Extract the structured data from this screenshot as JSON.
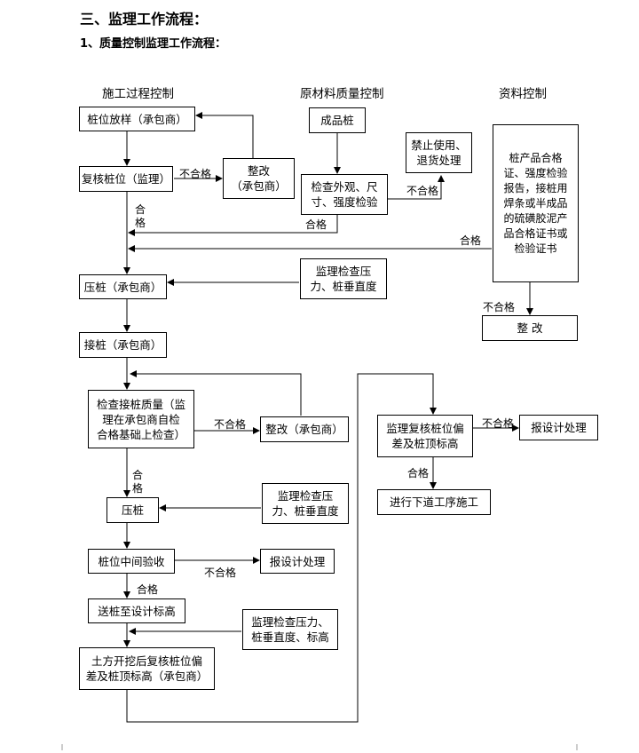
{
  "title": "三、监理工作流程：",
  "subtitle": "1、质量控制监理工作流程：",
  "columns": {
    "construction": "施工过程控制",
    "materials": "原材料质量控制",
    "documents": "资料控制"
  },
  "boxes": {
    "pile_layout": "桩位放样（承包商）",
    "recheck_pile": "复核桩位（监理）",
    "rectify_1": "整改\n（承包商）",
    "finished_pile": "成品桩",
    "forbid_use": "禁止使用、\n退货处理",
    "inspect_appearance": "检查外观、尺\n寸、强度检验",
    "docs_list": "桩产品合格\n证、强度检验\n报告，接桩用\n焊条或半成品\n的硫磺胶泥产\n品合格证书或\n检验证书",
    "supervise_press_1": "监理检查压\n力、桩垂直度",
    "press_pile_1": "压桩（承包商）",
    "rectify_docs": "整 改",
    "splice_pile": "接桩（承包商）",
    "check_splice": "检查接桩质量（监\n理在承包商自检\n合格基础上检查）",
    "rectify_2": "整改（承包商）",
    "press_pile_2": "压桩",
    "supervise_press_2": "监理检查压\n力、桩垂直度",
    "mid_acceptance": "桩位中间验收",
    "report_design_1": "报设计处理",
    "send_pile": "送桩至设计标高",
    "supervise_press_3": "监理检查压力、\n桩垂直度、标高",
    "excavate_recheck": "土方开挖后复核桩位偏\n差及桩顶标高（承包商）",
    "supervisor_recheck": "监理复核桩位偏\n差及桩顶标高",
    "report_design_2": "报设计处理",
    "next_process": "进行下道工序施工"
  },
  "labels": {
    "fail": "不合格",
    "pass": "合格",
    "pass_vertical_1": "合\n格",
    "pass_vertical_2": "合\n格"
  }
}
